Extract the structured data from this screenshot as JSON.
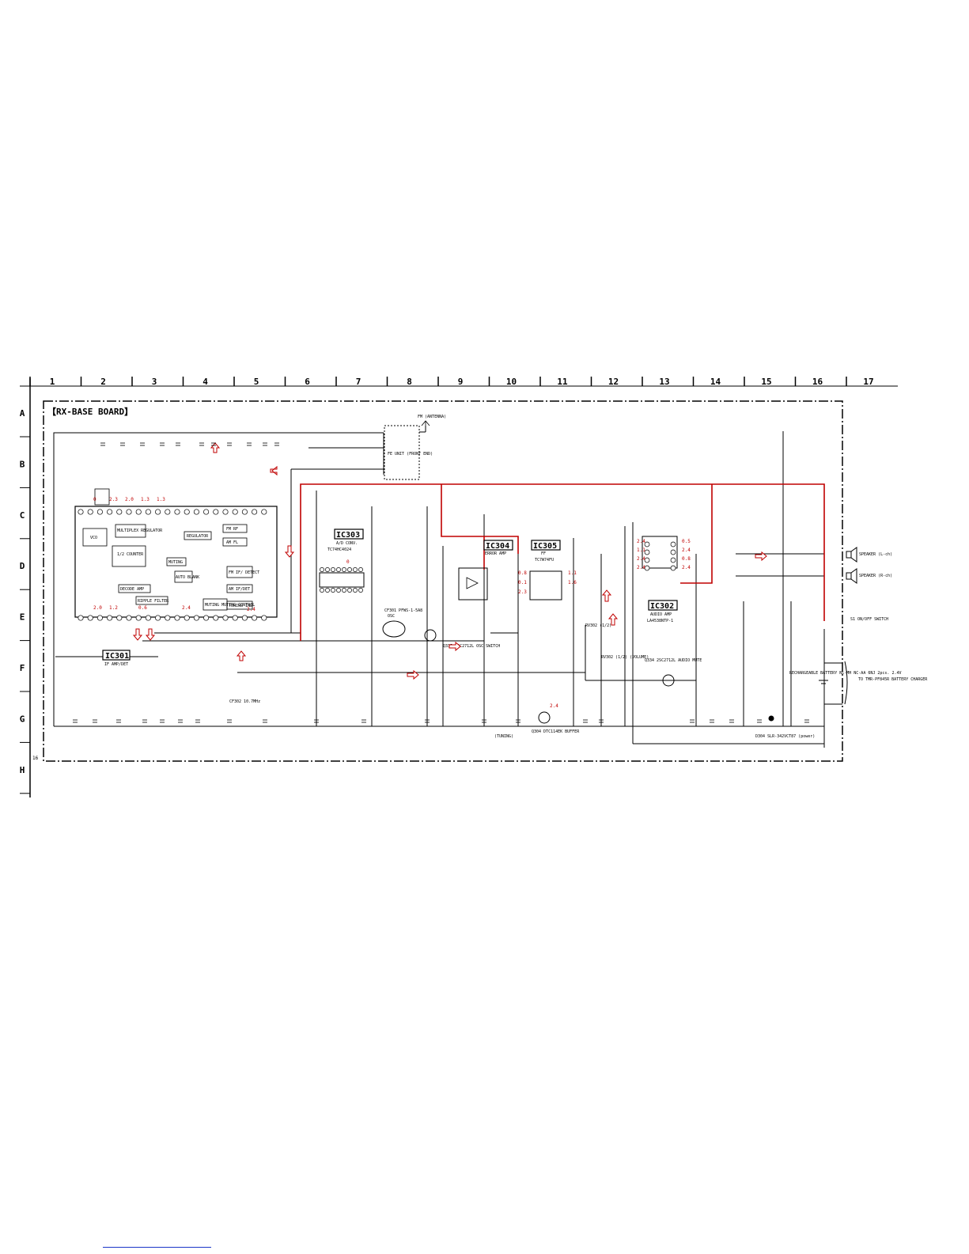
{
  "board": {
    "title": "【RX-BASE BOARD】",
    "page_number": "16"
  },
  "grid": {
    "columns": [
      "1",
      "2",
      "3",
      "4",
      "5",
      "6",
      "7",
      "8",
      "9",
      "10",
      "11",
      "12",
      "13",
      "14",
      "15",
      "16",
      "17"
    ],
    "rows": [
      "A",
      "B",
      "C",
      "D",
      "E",
      "F",
      "G",
      "H"
    ]
  },
  "ics": [
    {
      "id": "IC301",
      "desc": "IF AMP/DET"
    },
    {
      "id": "IC302",
      "desc": "AUDIO AMP",
      "part": "LA4538NTP-1"
    },
    {
      "id": "IC303",
      "desc": "A/D CONV.",
      "part": "TC74HC4024"
    },
    {
      "id": "IC304",
      "desc": "ERROR AMP"
    },
    {
      "id": "IC305",
      "desc": "FF",
      "part": "TC7W74FU"
    }
  ],
  "blocks": {
    "vco": "VCO",
    "counter": "1/2 COUNTER",
    "multiplex": "MULTIPLEX REGULATOR",
    "regulator": "REGULATOR",
    "fm_rf": "FM RF",
    "am_fl": "AM FL",
    "fm_if": "FM IF/ DETECT",
    "am_if": "AM IF/DET",
    "auto_blank": "AUTO BLANK",
    "mute": "MUTING",
    "decoder": "DECODE AMP",
    "ripple": "RIPPLE FILTER",
    "tuning_ind": "TUNING IND",
    "mute_ctl": "MUTING MUTING CONTROL",
    "fe_unit": "FE UNIT (FRONT END)",
    "antenna": "FM (ANTENNA)"
  },
  "labels": {
    "q335": "Q335 2SC2712L OSC SWITCH",
    "q334": "Q334 2SC2712L AUDIO MUTE",
    "q304": "Q304 DTC114EK BUFFER",
    "osc": "OSC",
    "cf301": "CF301 PFWS-1-5A8",
    "rv302": "RV302 (1/2) (VOLUME)",
    "rv301": "RV302 (1/2)",
    "tuning": "(TUNING)",
    "speaker_l": "SPEAKER (L-ch)",
    "speaker_r": "SPEAKER (R-ch)",
    "s1": "S1 ON/OFF SWITCH",
    "battery": "RECHARGEABLE BATTERY Ni-MH NC-AA 6NJ 2pcs. 2.4V",
    "charge_to": "TO TMR-PF845R BATTERY CHARGER",
    "d304": "D304 SLR-342VCT87 (power)",
    "cf302": "CF302 10.7MHz"
  },
  "voltages": [
    "2.4",
    "1.1",
    "2.4",
    "2.4",
    "0.5",
    "2.4",
    "0.8",
    "2.4",
    "0.8",
    "0.1",
    "2.3",
    "1.1",
    "1.6",
    "0",
    "2.3",
    "2.0",
    "1.3",
    "1.3",
    "2.0",
    "1.2",
    "0.6",
    "2.4",
    "2.4",
    "0",
    "2.4"
  ],
  "colors": {
    "trace": "#c00000",
    "ink": "#000000",
    "link": "#1b36c8"
  }
}
